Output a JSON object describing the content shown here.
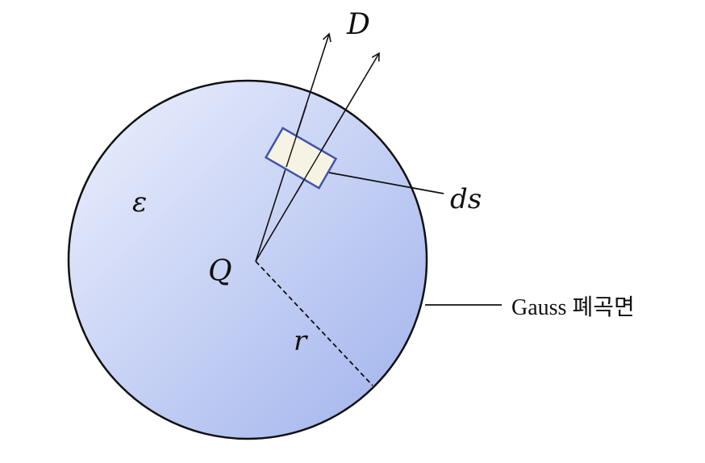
{
  "labels": {
    "flux": "D",
    "area_element": "ds",
    "permittivity": "ε",
    "charge": "Q",
    "radius": "r",
    "surface": "Gauss 폐곡면"
  },
  "colors": {
    "sphere_fill_light": "#eef1fd",
    "sphere_fill_dark": "#9fb2ec",
    "patch_fill": "#f6f3e4",
    "patch_stroke": "#3f56a8",
    "line": "#111111"
  }
}
